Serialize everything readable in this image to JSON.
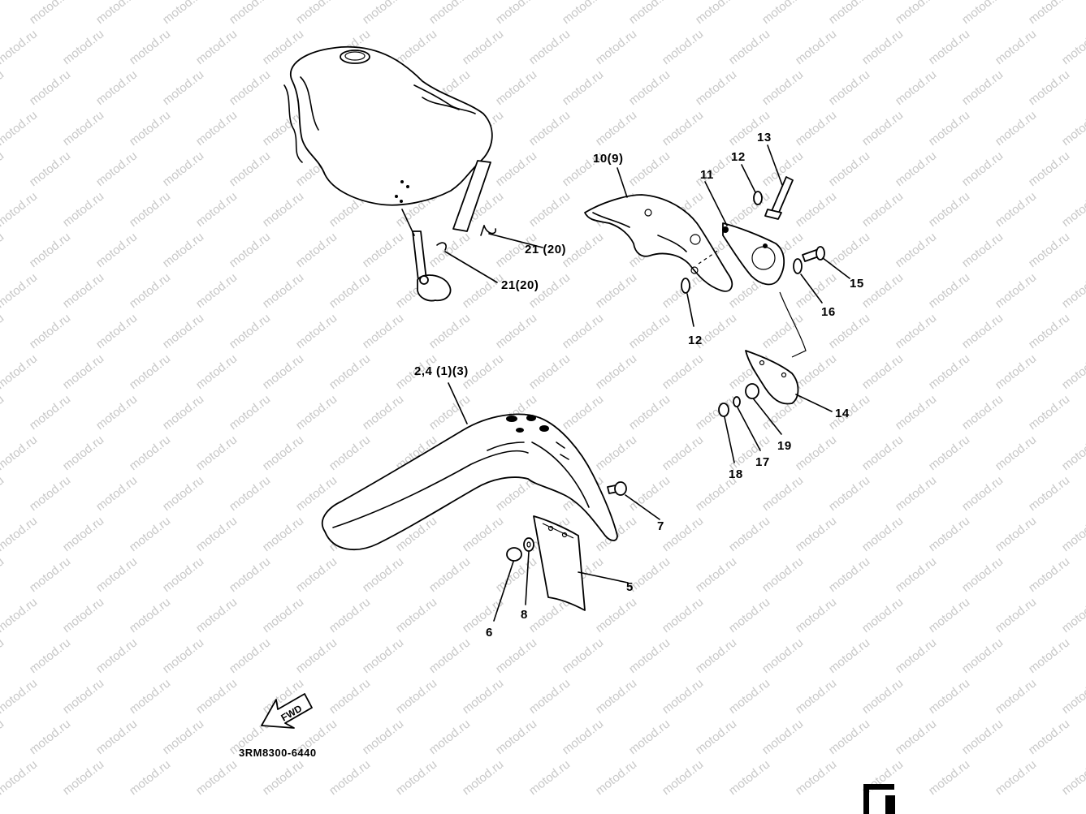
{
  "watermark": "motod.ru",
  "labels": {
    "l_21_20_a": "21 (20)",
    "l_21_20_b": "21(20)",
    "l_10_9": "10(9)",
    "l_11": "11",
    "l_12_top": "12",
    "l_13": "13",
    "l_15": "15",
    "l_16": "16",
    "l_12_bottom": "12",
    "l_2_4": "2,4 (1)(3)",
    "l_14": "14",
    "l_19": "19",
    "l_17": "17",
    "l_18": "18",
    "l_7": "7",
    "l_5": "5",
    "l_8": "8",
    "l_6": "6"
  },
  "fwd_label": "FWD",
  "part_number": "3RM8300-6440"
}
